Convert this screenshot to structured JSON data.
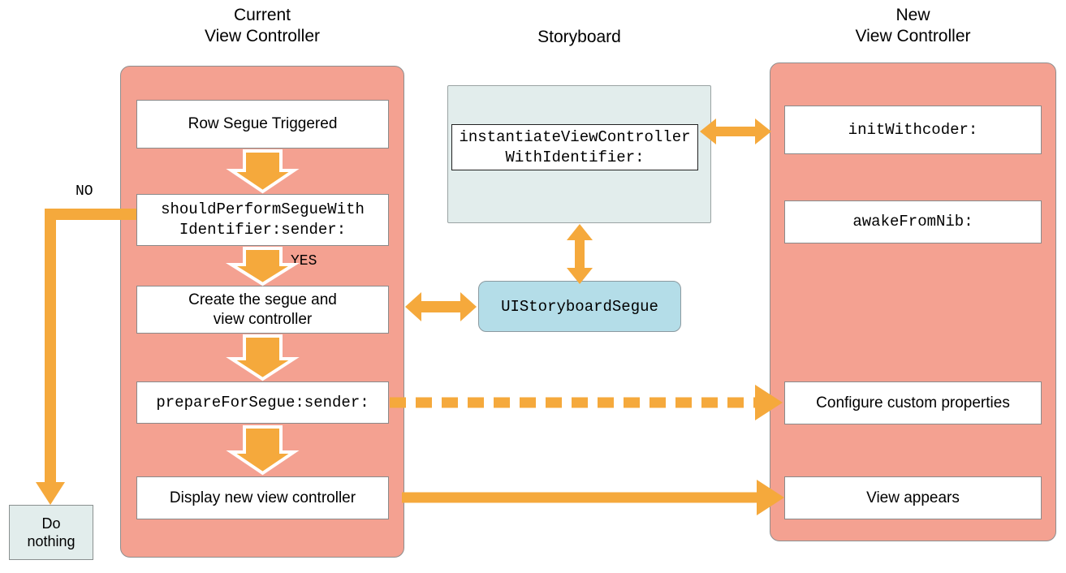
{
  "colors": {
    "panel_pink": "#F4A191",
    "storyboard_bg": "#E2EDEC",
    "segue_blue": "#B4DDE8",
    "arrow_orange": "#F5A93C",
    "box_border": "#8a8a8a",
    "text": "#000000"
  },
  "columns": {
    "current": {
      "title": "Current\nView Controller",
      "steps": [
        {
          "id": "row-segue-triggered",
          "label": "Row Segue Triggered",
          "font": "sans"
        },
        {
          "id": "should-perform-segue",
          "label": "shouldPerformSegueWith\nIdentifier:sender:",
          "font": "mono"
        },
        {
          "id": "create-segue",
          "label": "Create the segue and\nview controller",
          "font": "sans"
        },
        {
          "id": "prepare-for-segue",
          "label": "prepareForSegue:sender:",
          "font": "mono"
        },
        {
          "id": "display-new-vc",
          "label": "Display new view controller",
          "font": "sans"
        }
      ]
    },
    "storyboard": {
      "title": "Storyboard",
      "steps": [
        {
          "id": "instantiate-view-controller",
          "label": "instantiateViewController\nWithIdentifier:",
          "font": "mono"
        }
      ]
    },
    "new": {
      "title": "New\nView Controller",
      "steps": [
        {
          "id": "init-with-coder",
          "label": "initWithcoder:",
          "font": "mono"
        },
        {
          "id": "awake-from-nib",
          "label": "awakeFromNib:",
          "font": "mono"
        },
        {
          "id": "configure-custom-properties",
          "label": "Configure custom properties",
          "font": "sans"
        },
        {
          "id": "view-appears",
          "label": "View appears",
          "font": "sans"
        }
      ]
    }
  },
  "segue_node": {
    "label": "UIStoryboardSegue"
  },
  "terminal": {
    "label": "Do\nnothing"
  },
  "branches": {
    "no": "NO",
    "yes": "YES"
  },
  "connectors": [
    {
      "id": "row-to-should",
      "kind": "block-arrow-down",
      "style": "hollow"
    },
    {
      "id": "should-to-create",
      "kind": "block-arrow-down",
      "style": "hollow",
      "label": "YES"
    },
    {
      "id": "create-to-prepare",
      "kind": "block-arrow-down",
      "style": "hollow"
    },
    {
      "id": "prepare-to-display",
      "kind": "block-arrow-down",
      "style": "hollow"
    },
    {
      "id": "should-no-to-nothing",
      "kind": "elbow-arrow-down",
      "style": "solid",
      "label": "NO"
    },
    {
      "id": "storyboard-to-new-vc",
      "kind": "double-arrow-horizontal",
      "style": "solid"
    },
    {
      "id": "storyboard-to-segue",
      "kind": "double-arrow-vertical",
      "style": "solid"
    },
    {
      "id": "create-to-segue",
      "kind": "double-arrow-horizontal",
      "style": "solid"
    },
    {
      "id": "prepare-to-configure",
      "kind": "arrow-right",
      "style": "dashed"
    },
    {
      "id": "display-to-appears",
      "kind": "arrow-right",
      "style": "solid"
    }
  ]
}
